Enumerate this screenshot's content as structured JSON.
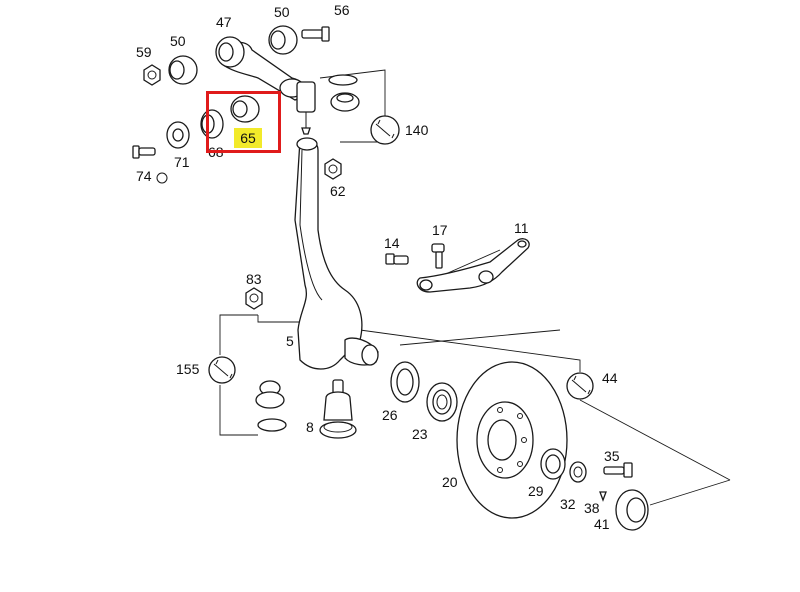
{
  "diagram": {
    "labels": {
      "p47": "47",
      "p50a": "50",
      "p56": "56",
      "p59": "59",
      "p50b": "50",
      "p68": "68",
      "p65": "65",
      "p71": "71",
      "p74": "74",
      "p140": "140",
      "p62": "62",
      "p14": "14",
      "p17": "17",
      "p11": "11",
      "p83": "83",
      "p5": "5",
      "p155": "155",
      "p44": "44",
      "p26": "26",
      "p23": "23",
      "p8": "8",
      "p20": "20",
      "p35": "35",
      "p29": "29",
      "p32": "32",
      "p38": "38",
      "p41": "41"
    },
    "highlight": {
      "part": "65",
      "box_color": "#e01b1b",
      "label_color": "#f2ea2a"
    }
  }
}
